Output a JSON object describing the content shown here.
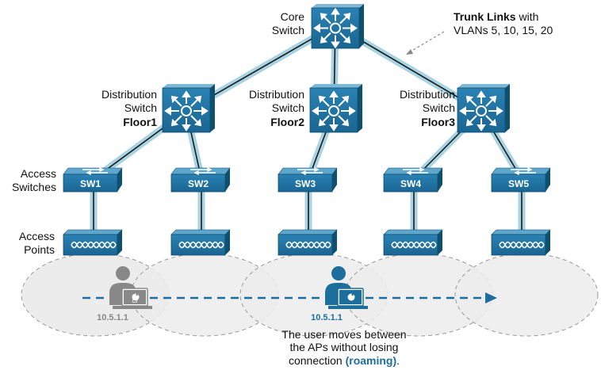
{
  "core": {
    "line1": "Core",
    "line2": "Switch"
  },
  "trunk": {
    "bold": "Trunk Links",
    "rest": " with",
    "line2": "VLANs 5, 10, 15, 20"
  },
  "distribution": [
    {
      "line1": "Distribution",
      "line2": "Switch",
      "floor": "Floor1"
    },
    {
      "line1": "Distribution",
      "line2": "Switch",
      "floor": "Floor2"
    },
    {
      "line1": "Distribution",
      "line2": "Switch",
      "floor": "Floor3"
    }
  ],
  "access_switches_label": {
    "line1": "Access",
    "line2": "Switches"
  },
  "access_points_label": {
    "line1": "Access",
    "line2": "Points"
  },
  "switches": [
    "SW1",
    "SW2",
    "SW3",
    "SW4",
    "SW5"
  ],
  "users": [
    {
      "ip": "10.5.1.1",
      "color": "#888888"
    },
    {
      "ip": "10.5.1.1",
      "color": "#1c6e9c"
    }
  ],
  "note": {
    "line1": "The user moves between",
    "line2": "the APs without losing",
    "line3_pre": "connection ",
    "line3_hl": "(roaming)",
    "line3_post": "."
  },
  "colors": {
    "device": "#1c6e9c",
    "device_dark": "#145a80",
    "link_halo": "#a8d3e3",
    "link": "#1a1a1a",
    "highlight": "#1c6e9c"
  }
}
